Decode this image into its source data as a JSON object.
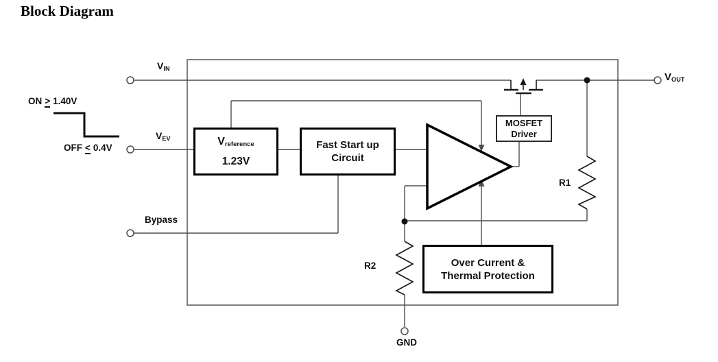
{
  "title": "Block Diagram",
  "annotations": {
    "on": {
      "pre": "ON",
      "op": ">",
      "post": "1.40V"
    },
    "off": {
      "pre": "OFF",
      "op": "<",
      "post": "0.4V"
    }
  },
  "pins": {
    "vin": {
      "main": "V",
      "sub": "IN"
    },
    "vev": {
      "main": "V",
      "sub": "EV"
    },
    "bypass": {
      "label": "Bypass"
    },
    "vout": {
      "main": "V",
      "sub": "OUT"
    },
    "gnd": {
      "label": "GND"
    }
  },
  "blocks": {
    "vref": {
      "main": "V",
      "sub": "reference",
      "value": "1.23V"
    },
    "fast": {
      "line1": "Fast Start up",
      "line2": "Circuit"
    },
    "driver": {
      "line1": "MOSFET",
      "line2": "Driver"
    },
    "ocp": {
      "line1": "Over Current &",
      "line2": "Thermal Protection"
    }
  },
  "resistors": {
    "r1": "R1",
    "r2": "R2"
  },
  "colors": {
    "ink": "#111111",
    "wire": "#4d4d4d"
  }
}
